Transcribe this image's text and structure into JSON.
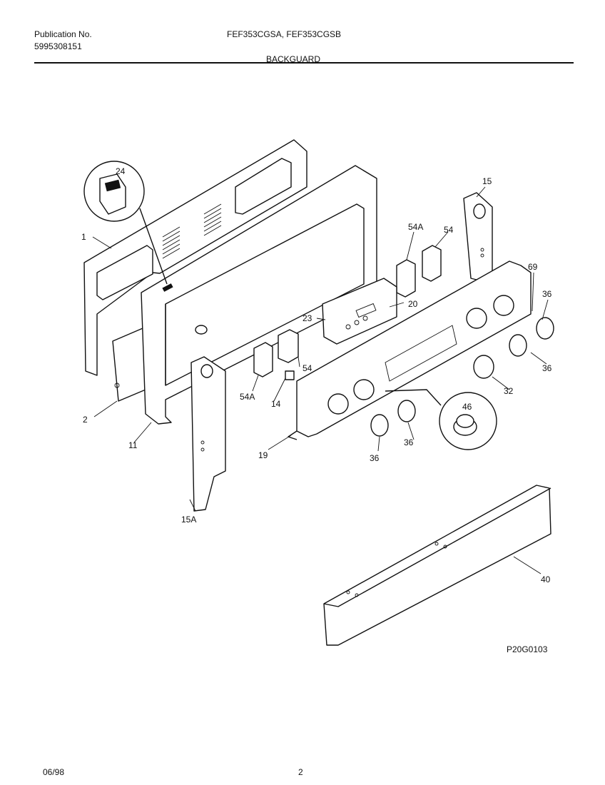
{
  "header": {
    "publication_label": "Publication No.",
    "publication_number": "5995308151",
    "models": "FEF353CGSA, FEF353CGSB",
    "section_title": "BACKGUARD"
  },
  "footer": {
    "date": "06/98",
    "page": "2"
  },
  "diagram": {
    "drawing_code": "P20G0103",
    "callouts": {
      "c1": "1",
      "c2": "2",
      "c11": "11",
      "c24": "24",
      "c15": "15",
      "c15a": "15A",
      "c54a_top": "54A",
      "c54_top": "54",
      "c69": "69",
      "c36_a": "36",
      "c36_b": "36",
      "c20": "20",
      "c23": "23",
      "c54a_bot": "54A",
      "c54_bot": "54",
      "c14": "14",
      "c19": "19",
      "c46": "46",
      "c32": "32",
      "c36_c": "36",
      "c36_d": "36",
      "c40": "40"
    }
  }
}
